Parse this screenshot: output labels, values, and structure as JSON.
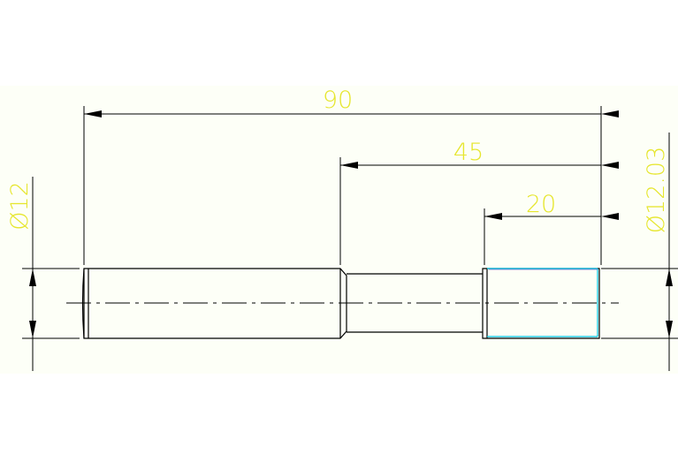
{
  "drawing": {
    "colors": {
      "background": "#fdfff7",
      "outline": "#000000",
      "dimension_text": "#e6e62e",
      "highlight": "#00c8e6"
    },
    "dimensions": {
      "overall_length": "90",
      "step_length": "45",
      "thread_length": "20",
      "left_diameter": "Ø12",
      "right_diameter": "Ø12.03"
    }
  }
}
